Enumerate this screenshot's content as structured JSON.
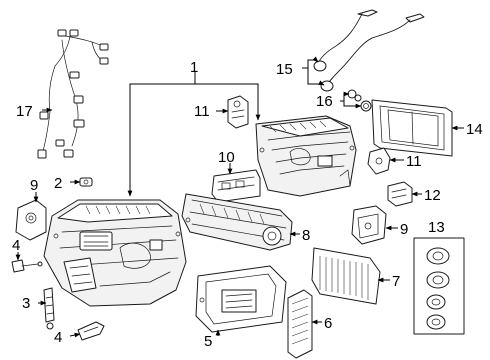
{
  "diagram": {
    "colors": {
      "line": "#1a1a1a",
      "background": "#ffffff"
    },
    "callouts": {
      "c1": "1",
      "c2": "2",
      "c3": "3",
      "c4a": "4",
      "c4b": "4",
      "c5": "5",
      "c6": "6",
      "c7": "7",
      "c8": "8",
      "c9a": "9",
      "c9b": "9",
      "c10": "10",
      "c11a": "11",
      "c11b": "11",
      "c12": "12",
      "c13": "13",
      "c14": "14",
      "c15": "15",
      "c16": "16",
      "c17": "17"
    }
  }
}
